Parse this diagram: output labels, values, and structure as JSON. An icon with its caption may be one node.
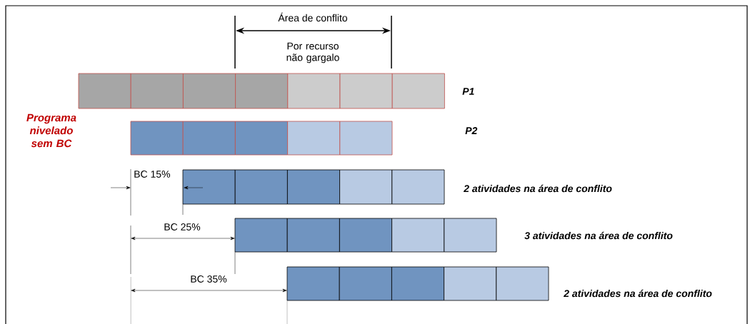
{
  "diagram": {
    "labels": [
      "Área de conflito",
      "Por recurso não gargalo",
      "P1",
      "Programa nivelado sem BC",
      "P2",
      "BC 15%",
      "2 atividades na área de conflito",
      "BC 25%",
      "3 atividades na área de conflito",
      "BC 35%",
      "2 atividades na área de conflito"
    ]
  }
}
